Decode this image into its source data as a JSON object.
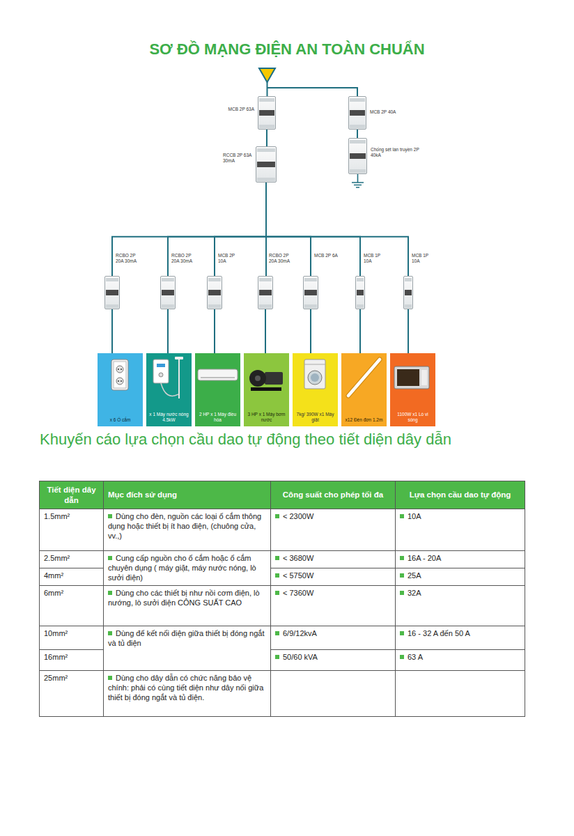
{
  "diagram": {
    "title": "SƠ ĐỒ MẠNG ĐIỆN AN TOÀN CHUẨN",
    "nodes": [
      {
        "text": [
          "MCB 2P 63A"
        ]
      },
      {
        "text": [
          "MCB 2P 40A"
        ]
      },
      {
        "text": [
          "Chống sét lan truyền 2P 40kA"
        ]
      },
      {
        "text": [
          "RCCB 2P 63A 30mA"
        ]
      },
      {
        "text": [
          "RCBO 2P 20A 30mA"
        ]
      },
      {
        "text": [
          "RCBO 2P 20A 30mA"
        ]
      },
      {
        "text": [
          "MCB 2P 10A"
        ]
      },
      {
        "text": [
          "RCBO 2P 20A 30mA"
        ]
      },
      {
        "text": [
          "MCB 2P 6A"
        ]
      },
      {
        "text": [
          "MCB 1P 10A"
        ]
      },
      {
        "text": [
          "MCB 1P 10A"
        ]
      },
      {
        "text": [
          "x 6 Ổ cắm"
        ]
      },
      {
        "text": [
          "x 1 Máy nước nóng 4.5kW"
        ]
      },
      {
        "text": [
          "2 HP x 1 Máy điều hòa"
        ]
      },
      {
        "text": [
          "3 HP x 1 Máy bơm nước"
        ]
      },
      {
        "text": [
          "7kg/ 390W x1 Máy giặt"
        ]
      },
      {
        "text": [
          "x12 Đèn đơn 1.2m"
        ]
      },
      {
        "text": [
          "1100W x1 Lò vi sóng"
        ]
      }
    ],
    "edges": [
      {
        "from": 0,
        "to": 3,
        "arrow": "none"
      },
      {
        "from": 1,
        "to": 2,
        "arrow": "none"
      },
      {
        "from": 3,
        "to": 4,
        "arrow": "none"
      },
      {
        "from": 3,
        "to": 5,
        "arrow": "none"
      },
      {
        "from": 3,
        "to": 6,
        "arrow": "none"
      },
      {
        "from": 3,
        "to": 7,
        "arrow": "none"
      },
      {
        "from": 3,
        "to": 8,
        "arrow": "none"
      },
      {
        "from": 3,
        "to": 9,
        "arrow": "none"
      },
      {
        "from": 3,
        "to": 10,
        "arrow": "none"
      },
      {
        "from": 4,
        "to": 11,
        "arrow": "none"
      },
      {
        "from": 5,
        "to": 12,
        "arrow": "none"
      },
      {
        "from": 6,
        "to": 13,
        "arrow": "none"
      },
      {
        "from": 7,
        "to": 14,
        "arrow": "none"
      },
      {
        "from": 8,
        "to": 15,
        "arrow": "none"
      },
      {
        "from": 9,
        "to": 16,
        "arrow": "none"
      },
      {
        "from": 10,
        "to": 17,
        "arrow": "none"
      }
    ],
    "labels": [
      "Khuyến cáo lựa chọn cầu dao tự động theo tiết diện dây dẫn",
      "Tiết diện dây dẫn",
      "Mục đích sử dụng",
      "Công suất cho phép tối đa",
      "Lựa chọn cầu dao tự động",
      "1.5mm²",
      "Dùng cho đèn, nguồn các loại ổ cắm thông dụng hoặc thiết bị ít hao điện, (chuông cửa, vv.,)",
      "< 2300W",
      "10A",
      "2.5mm²",
      "Cung cấp nguồn cho ổ cắm hoặc ổ cắm chuyên dụng ( máy giặt, máy nước nóng, lò sưởi điện)",
      "< 3680W",
      "16A - 20A",
      "4mm²",
      "< 5750W",
      "25A",
      "6mm²",
      "Dùng cho các thiết bị như nồi cơm điện, lò nướng, lò sưởi điện CÔNG SUẤT CAO",
      "< 7360W",
      "32A",
      "10mm²",
      "Dùng để kết nối điện giữa thiết bị đóng ngắt và tủ điện",
      "6/9/12kvA",
      "16 - 32 A đến 50 A",
      "16mm²",
      "50/60 kVA",
      "63 A",
      "25mm²",
      "Dùng cho dây dẫn có chức năng bảo vệ chính: phải có cùng tiết diện như dây nối giữa thiết bị đóng ngắt và tủ điện."
    ]
  }
}
